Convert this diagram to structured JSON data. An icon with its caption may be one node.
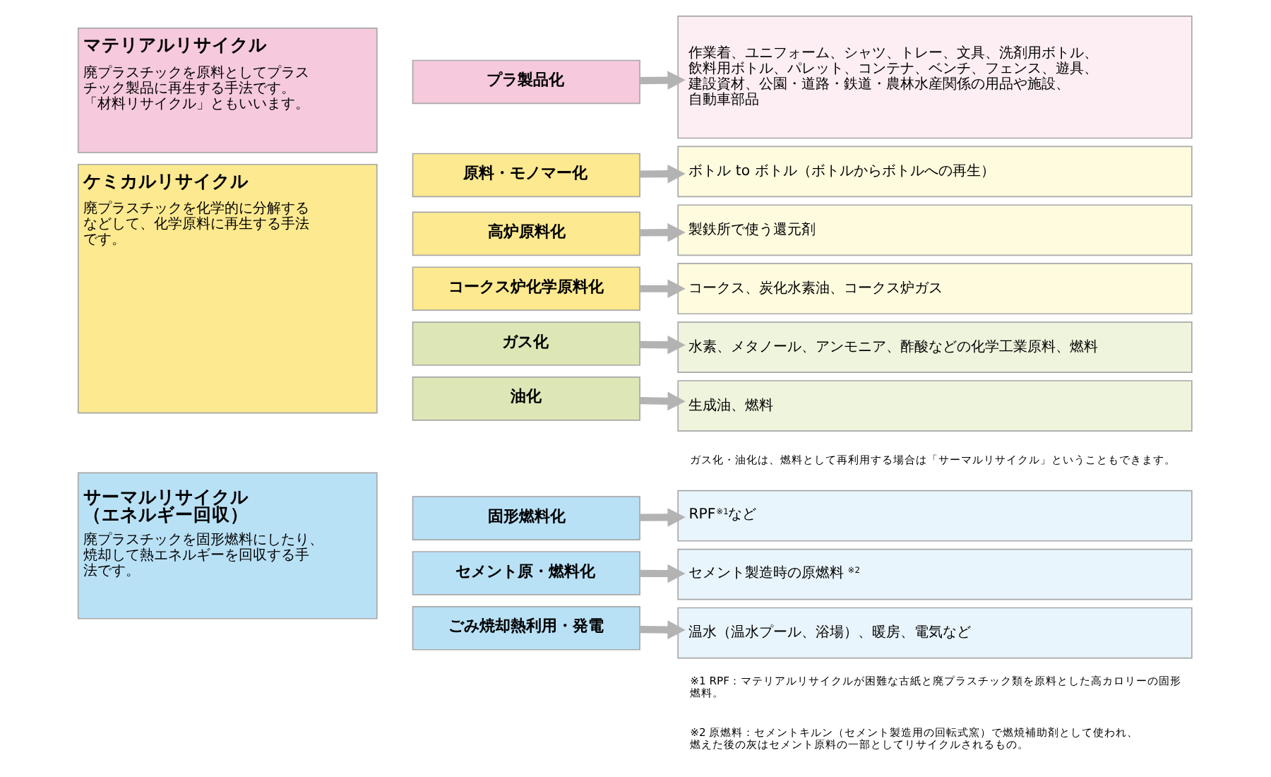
{
  "diagram": {
    "nodes": [
      {
        "text": [
          "マテリアルリサイクル",
          "廃プラスチックを原料としてプラスチック製品に再生する手法です。「材料リサイクル」ともいいます。"
        ]
      },
      {
        "text": [
          "プラ製品化"
        ]
      },
      {
        "text": [
          "作業着、ユニフォーム、シャツ、トレー、文具、洗剤用ボトル、飲料用ボトル、パレット、コンテナ、ベンチ、フェンス、遊具、建設資材、公園・道路・鉄道・農林水産関係の用品や施設、自動車部品"
        ]
      },
      {
        "text": [
          "ケミカルリサイクル",
          "廃プラスチックを化学的に分解するなどして、化学原料に再生する手法です。"
        ]
      },
      {
        "text": [
          "原料・モノマー化"
        ]
      },
      {
        "text": [
          "ボトル to ボトル（ボトルからボトルへの再生）"
        ]
      },
      {
        "text": [
          "高炉原料化"
        ]
      },
      {
        "text": [
          "製鉄所で使う還元剤"
        ]
      },
      {
        "text": [
          "コークス炉化学原料化"
        ]
      },
      {
        "text": [
          "コークス、炭化水素油、コークス炉ガス"
        ]
      },
      {
        "text": [
          "ガス化"
        ]
      },
      {
        "text": [
          "水素、メタノール、アンモニア、酢酸などの化学工業原料、燃料"
        ]
      },
      {
        "text": [
          "油化"
        ]
      },
      {
        "text": [
          "生成油、燃料"
        ]
      },
      {
        "text": [
          "サーマルリサイクル（エネルギー回収）",
          "廃プラスチックを固形燃料にしたり、焼却して熱エネルギーを回収する手法です。"
        ]
      },
      {
        "text": [
          "固形燃料化"
        ]
      },
      {
        "text": [
          "RPF$^{※1}$など"
        ]
      },
      {
        "text": [
          "セメント原・燃料化"
        ]
      },
      {
        "text": [
          "セメント製造時の原燃料$^{※2}$"
        ]
      },
      {
        "text": [
          "ごみ焼却熱利用・発電"
        ]
      },
      {
        "text": [
          "温水（温水プール、浴場）、暖房、電気など"
        ]
      }
    ],
    "edges": [
      {
        "from": 1,
        "to": 2,
        "arrow": "to"
      },
      {
        "from": 4,
        "to": 5,
        "arrow": "to"
      },
      {
        "from": 6,
        "to": 7,
        "arrow": "to"
      },
      {
        "from": 8,
        "to": 9,
        "arrow": "to"
      },
      {
        "from": 10,
        "to": 11,
        "arrow": "to"
      },
      {
        "from": 12,
        "to": 13,
        "arrow": "to"
      },
      {
        "from": 15,
        "to": 16,
        "arrow": "to"
      },
      {
        "from": 17,
        "to": 18,
        "arrow": "to"
      },
      {
        "from": 19,
        "to": 20,
        "arrow": "to"
      }
    ],
    "labels": [
      "ガス化・油化は、燃料として再利用する場合は「サーマルリサイクル」ということもできます。",
      "※1 RPF：マテリアルリサイクルが困難な古紙と廃プラスチック類を原料とした高カロリーの固形燃料。",
      "※2 原燃料：セメントキルン（セメント製造用の回転式窯）で燃焼補助剤として使われ、燃えた後の灰はセメント原料の一部としてリサイクルされるもの。"
    ]
  }
}
